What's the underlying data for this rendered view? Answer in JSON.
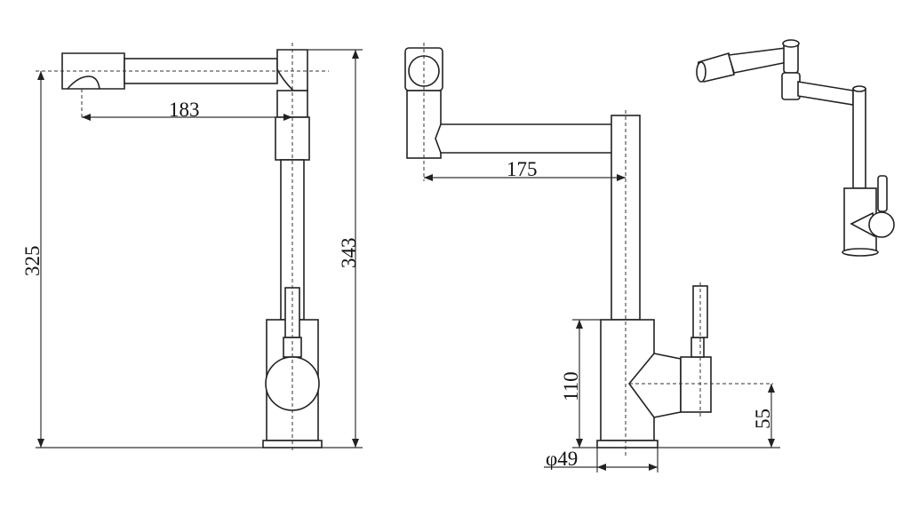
{
  "dimensions": {
    "spout_reach_front": "183",
    "total_height_325": "325",
    "total_height_343": "343",
    "spout_reach_side": "175",
    "body_height": "110",
    "lever_height": "55",
    "base_diameter": "φ49"
  },
  "colors": {
    "line": "#222222",
    "background": "#ffffff"
  }
}
